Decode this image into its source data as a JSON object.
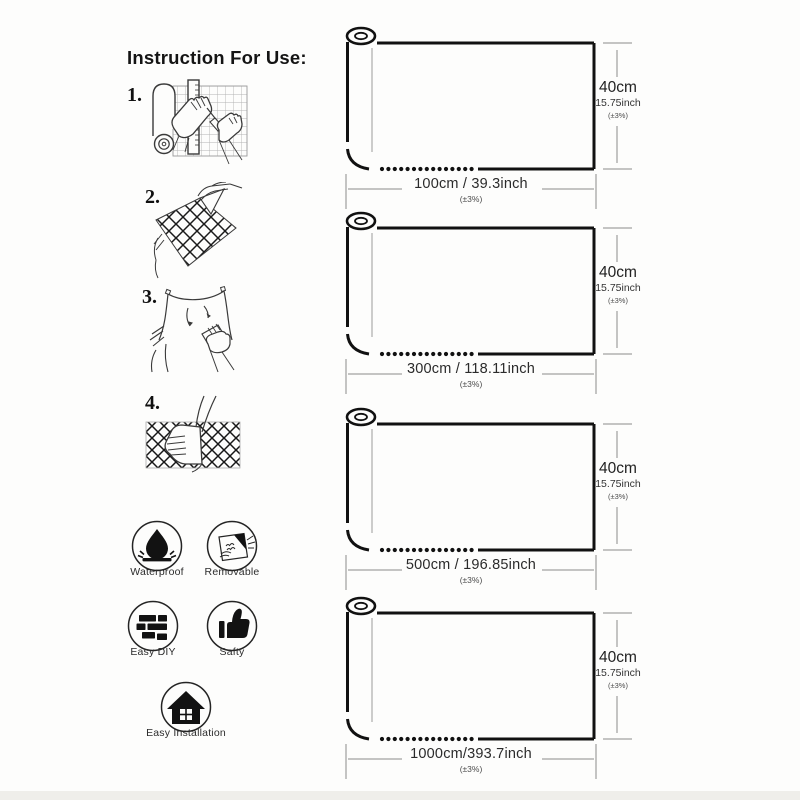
{
  "page": {
    "title": "Instruction For Use:"
  },
  "steps": [
    {
      "number": "1.",
      "illustration": "cut-wallpaper-on-grid-mat-icon"
    },
    {
      "number": "2.",
      "illustration": "peel-backing-from-sheet-icon"
    },
    {
      "number": "3.",
      "illustration": "apply-sheet-to-wall-with-squeegee-icon"
    },
    {
      "number": "4.",
      "illustration": "smooth-wallpaper-by-hand-icon"
    }
  ],
  "features": [
    {
      "label": "Waterproof",
      "icon": "waterproof-drop-icon"
    },
    {
      "label": "Removable",
      "icon": "removable-peel-icon"
    },
    {
      "label": "Easy DIY",
      "icon": "brick-wall-icon"
    },
    {
      "label": "Safty",
      "icon": "thumbs-up-icon"
    },
    {
      "label": "Easy Installation",
      "icon": "house-icon"
    }
  ],
  "rolls": [
    {
      "width_label": "100cm / 39.3inch",
      "width_tolerance": "(±3%)",
      "height_cm": "40cm",
      "height_inch": "15.75inch",
      "height_tolerance": "(±3%)"
    },
    {
      "width_label": "300cm / 118.11inch",
      "width_tolerance": "(±3%)",
      "height_cm": "40cm",
      "height_inch": "15.75inch",
      "height_tolerance": "(±3%)"
    },
    {
      "width_label": "500cm / 196.85inch",
      "width_tolerance": "(±3%)",
      "height_cm": "40cm",
      "height_inch": "15.75inch",
      "height_tolerance": "(±3%)"
    },
    {
      "width_label": "1000cm/393.7inch",
      "width_tolerance": "(±3%)",
      "height_cm": "40cm",
      "height_inch": "15.75inch",
      "height_tolerance": "(±3%)"
    }
  ]
}
